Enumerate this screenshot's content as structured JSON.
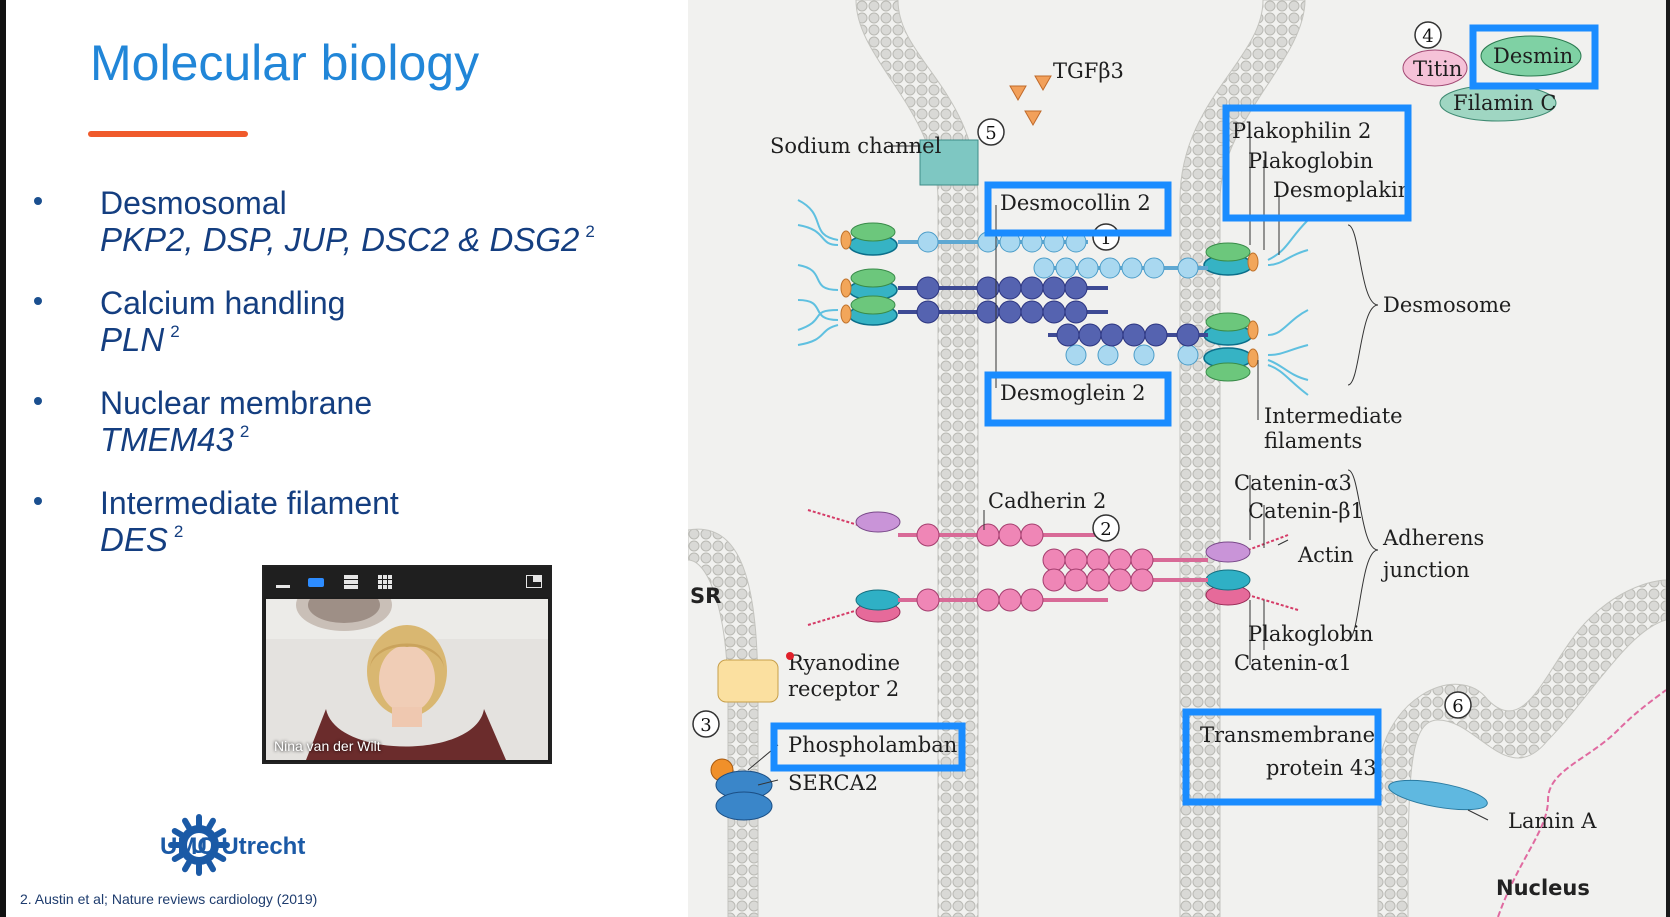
{
  "slide": {
    "title": "Molecular biology",
    "bullets": [
      {
        "heading": "Desmosomal",
        "genes": "PKP2, DSP, JUP, DSC2 & DSG2",
        "ref": "2"
      },
      {
        "heading": "Calcium handling",
        "genes": "PLN",
        "ref": "2"
      },
      {
        "heading": "Nuclear membrane",
        "genes": "TMEM43",
        "ref": "2"
      },
      {
        "heading": "Intermediate filament",
        "genes": "DES",
        "ref": "2"
      }
    ],
    "logo_text": "UMC Utrecht",
    "logo_letter": "U",
    "citation": "2. Austin et al; Nature reviews cardiology (2019)"
  },
  "video": {
    "participant_name": "Nina van der Wilt"
  },
  "figure": {
    "labels": {
      "tgfb3": "TGFβ3",
      "sodium_channel": "Sodium channel",
      "desmocollin": "Desmocollin 2",
      "desmoglein": "Desmoglein 2",
      "plakophilin": "Plakophilin 2",
      "plakoglobin_top": "Plakoglobin",
      "desmoplakin": "Desmoplakin",
      "desmosome": "Desmosome",
      "intermediate_line1": "Intermediate",
      "intermediate_line2": "filaments",
      "titin": "Titin",
      "desmin": "Desmin",
      "filamin": "Filamin C",
      "cadherin": "Cadherin 2",
      "catenin_a3": "Catenin-α3",
      "catenin_b1": "Catenin-β1",
      "actin": "Actin",
      "adherens_line1": "Adherens",
      "adherens_line2": "junction",
      "plakoglobin_bottom": "Plakoglobin",
      "catenin_a1": "Catenin-α1",
      "sr": "SR",
      "ryanodine_line1": "Ryanodine",
      "ryanodine_line2": "receptor 2",
      "phospholamban": "Phospholamban",
      "serca": "SERCA2",
      "tmem_line1": "Transmembrane",
      "tmem_line2": "protein 43",
      "lamin": "Lamin A",
      "nucleus": "Nucleus"
    },
    "numbers": [
      "1",
      "2",
      "3",
      "4",
      "5",
      "6"
    ],
    "highlight_color": "#1a8cff"
  }
}
